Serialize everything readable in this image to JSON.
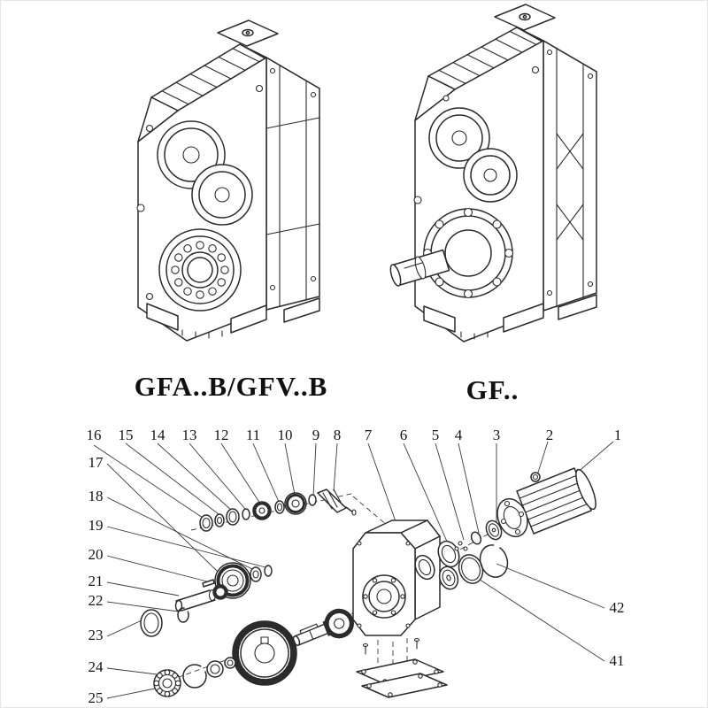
{
  "page": {
    "background": "#ffffff",
    "line_color": "#2b2b2b",
    "text_color": "#141414"
  },
  "figures": {
    "left_model": {
      "label": "GFA..B/GFV..B"
    },
    "right_model": {
      "label": "GF.."
    }
  },
  "exploded": {
    "callouts_top": [
      "16",
      "15",
      "14",
      "13",
      "12",
      "11",
      "10",
      "9",
      "8",
      "7",
      "6",
      "5",
      "4",
      "3",
      "2",
      "1"
    ],
    "callouts_left": [
      "17",
      "18",
      "19",
      "20",
      "21",
      "22",
      "23",
      "24",
      "25"
    ],
    "callouts_right": [
      "42",
      "41"
    ]
  }
}
